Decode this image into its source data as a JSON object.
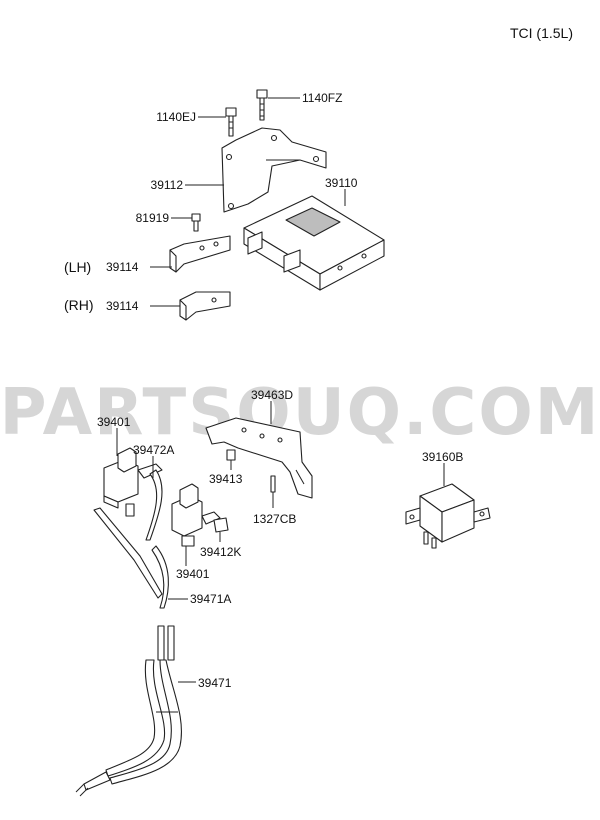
{
  "header": {
    "variant": "TCI (1.5L)"
  },
  "watermark": "PARTSOUQ.COM",
  "parts": {
    "bolt_a": "1140EJ",
    "bolt_b": "1140FZ",
    "bracket": "39112",
    "ecu": "39110",
    "bolt_c": "81919",
    "clip_lh_side": "(LH)",
    "clip_lh_code": "39114",
    "clip_rh_side": "(RH)",
    "clip_rh_code": "39114",
    "bracket_2": "39463D",
    "valve_upper": "39401",
    "hose_a": "39472A",
    "nut": "39413",
    "stud": "1327CB",
    "relay": "39160B",
    "connector": "39412K",
    "valve_lower": "39401",
    "hose_b": "39471A",
    "hose_main": "39471"
  }
}
